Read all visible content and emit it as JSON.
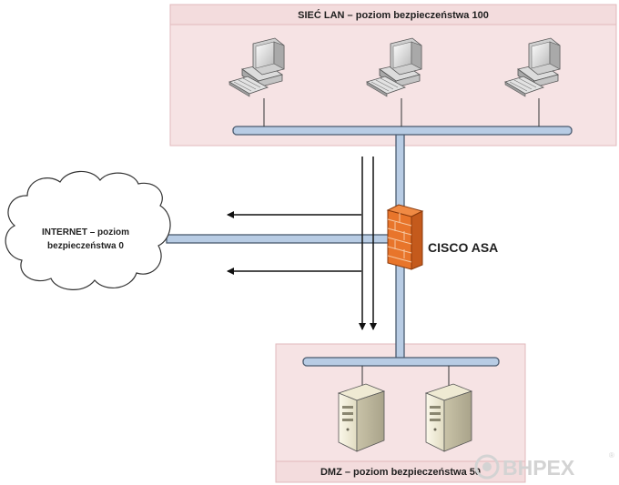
{
  "lan_zone": {
    "label": "SIEĆ LAN – poziom bezpieczeństwa 100"
  },
  "dmz_zone": {
    "label": "DMZ – poziom bezpieczeństwa 50"
  },
  "internet": {
    "label_line1": "INTERNET – poziom",
    "label_line2": "bezpieczeństwa 0"
  },
  "firewall": {
    "label": "CISCO ASA",
    "icon": "firewall-brick-icon"
  },
  "watermark": {
    "text": "BHPEX",
    "mark": "®"
  },
  "workstations": [
    {
      "icon": "desktop-computer-icon"
    },
    {
      "icon": "desktop-computer-icon"
    },
    {
      "icon": "desktop-computer-icon"
    }
  ],
  "servers": [
    {
      "icon": "server-tower-icon"
    },
    {
      "icon": "server-tower-icon"
    }
  ],
  "colors": {
    "zone_fill": "#f6e3e4",
    "zone_stroke": "#e2b9bc",
    "bus_fill": "#b8cce4",
    "bus_stroke": "#4a5a6e",
    "firewall": "#e8752b",
    "arrow": "#111111",
    "watermark": "#d3d3d3"
  }
}
